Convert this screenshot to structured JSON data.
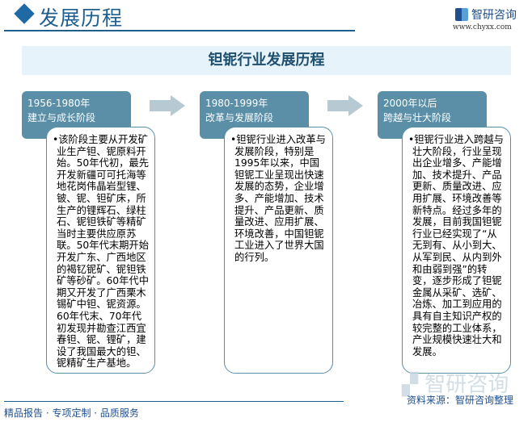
{
  "header": {
    "title": "发展历程",
    "brand": "智研咨询",
    "url": "www.chyxx.com"
  },
  "banner": {
    "title": "钽铌行业发展历程"
  },
  "colors": {
    "accent": "#1f5f8e",
    "stage_bg": "#5b8fa8",
    "banner_bg": "#e6f3fa",
    "arrow": "#b7c9d3"
  },
  "stages": [
    {
      "period": "1956-1980年",
      "name": "建立与成长阶段",
      "text": "•该阶段主要从开发矿业生产钽、铌原料开始。50年代初，最先开发新疆可可托海等地花岗伟晶岩型锂、铍、铌、钽矿床，所生产的锂辉石、绿柱石、铌钽铁矿等精矿当时主要供应原苏联。50年代末期开始开发广东、广西地区的褐钇铌矿、铌钽铁矿等砂矿。60年代中期又开发了广西栗木锡矿中钽、铌资源。60年代末、70年代初发现并勘查江西宜春钽、铌、锂矿，建设了我国最大的钽、铌精矿生产基地。"
    },
    {
      "period": "1980-1999年",
      "name": "改革与发展阶段",
      "text": "•钽铌行业进入改革与发展阶段，特别是1995年以来，中国钽铌工业呈现出快速发展的态势，企业增多、产能增加、技术提升、产品更新、质量改进、应用扩展、环境改善，中国钽铌工业进入了世界大国的行列。"
    },
    {
      "period": "2000年以后",
      "name": "跨越与壮大阶段",
      "text": "•钽铌行业进入跨越与壮大阶段，行业呈现出企业增多、产能增加、技术提升、产品更新、质量改进、应用扩展、环境改善等新特点。经过多年的发展，目前我国钽铌行业已经实现了“从无到有、从小到大、从军到民、从内到外和由弱到强”的转变，逐步形成了钽铌金属从采矿、选矿、冶炼、加工到应用的具有自主知识产权的较完整的工业体系，产业规模快速壮大和发展。"
    }
  ],
  "footer": {
    "tagline": "精品报告 · 专项定制 · 品质服务",
    "source": "资料来源：智研咨询整理"
  }
}
